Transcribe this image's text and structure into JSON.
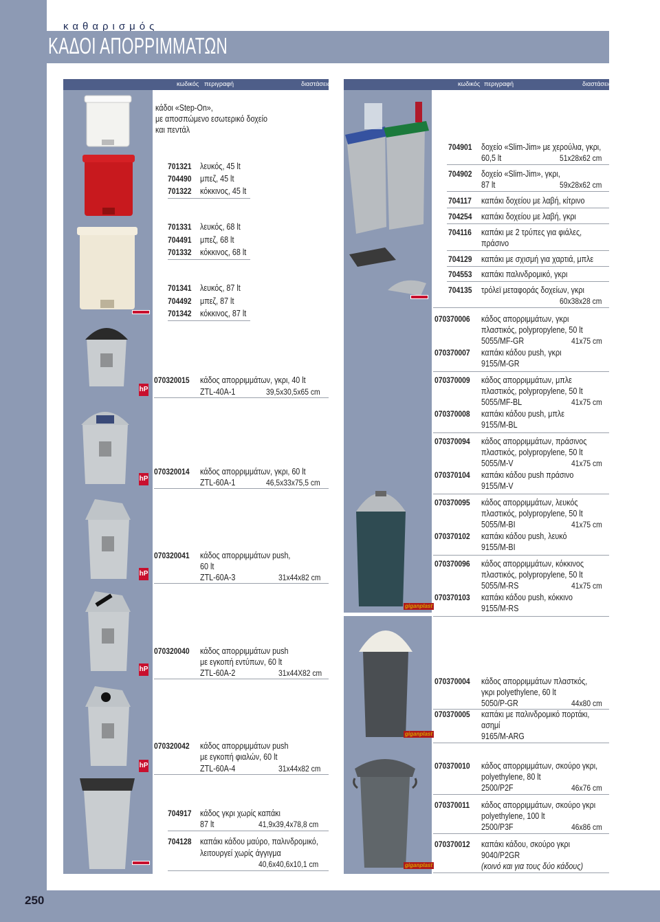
{
  "header": {
    "kicker": "καθαρισμός",
    "title": "ΚΑΔΟΙ ΑΠΟΡΡΙΜΜΑΤΩΝ",
    "page_number": "250"
  },
  "columns": {
    "code": "κωδικός",
    "desc": "περιγραφή",
    "dim": "διαστάσεις"
  },
  "left": {
    "stepon_title": [
      "κάδοι «Step-On»,",
      "με αποσπώμενο εσωτερικό δοχείο",
      "και πεντάλ"
    ],
    "stepon_groups": [
      [
        {
          "code": "701321",
          "desc": "λευκός, 45 lt"
        },
        {
          "code": "704490",
          "desc": "μπεζ, 45 lt"
        },
        {
          "code": "701322",
          "desc": "κόκκινος, 45 lt"
        }
      ],
      [
        {
          "code": "701331",
          "desc": "λευκός, 68 lt"
        },
        {
          "code": "704491",
          "desc": "μπεζ, 68 lt"
        },
        {
          "code": "701332",
          "desc": "κόκκινος, 68 lt"
        }
      ],
      [
        {
          "code": "701341",
          "desc": "λευκός, 87 lt"
        },
        {
          "code": "704492",
          "desc": "μπεζ, 87 lt"
        },
        {
          "code": "701342",
          "desc": "κόκκινος, 87 lt"
        }
      ]
    ],
    "items": [
      {
        "code": "070320015",
        "lines": [
          "κάδος απορριμμάτων, γκρι, 40 lt",
          "ZTL-40A-1"
        ],
        "dim": "39,5x30,5x65 cm"
      },
      {
        "code": "070320014",
        "lines": [
          "κάδος απορριμμάτων, γκρι, 60 lt",
          "ZTL-60A-1"
        ],
        "dim": "46,5x33x75,5 cm"
      },
      {
        "code": "070320041",
        "lines": [
          "κάδος απορριμμάτων push,",
          "60 lt",
          "ZTL-60A-3"
        ],
        "dim": "31x44x82 cm"
      },
      {
        "code": "070320040",
        "lines": [
          "κάδος απορριμμάτων push",
          "με εγκοπή εντύπων, 60 lt",
          "ZTL-60A-2"
        ],
        "dim": "31x44X82 cm"
      },
      {
        "code": "070320042",
        "lines": [
          "κάδος απορριμμάτων push",
          "με εγκοπή φιαλών, 60 lt",
          "ZTL-60A-4"
        ],
        "dim": "31x44x82 cm"
      },
      {
        "code": "704917",
        "lines": [
          "κάδος γκρι χωρίς καπάκι",
          "87 lt"
        ],
        "dim": "41,9x39,4x78,8 cm"
      },
      {
        "code": "704128",
        "lines": [
          "καπάκι κάδου μαύρο, παλινδρομικό,",
          "λειτουργεί χωρίς άγγιγμα"
        ],
        "dim": "40,6x40,6x10,1 cm"
      }
    ]
  },
  "right": {
    "slimjim": [
      {
        "code": "704901",
        "lines": [
          "δοχείο «Slim-Jim» με χερούλια, γκρι,",
          "60,5 lt"
        ],
        "dim": "51x28x62 cm"
      },
      {
        "code": "704902",
        "lines": [
          "δοχείο «Slim-Jim», γκρι,",
          "87 lt"
        ],
        "dim": "59x28x62 cm"
      },
      {
        "code": "704117",
        "lines": [
          "καπάκι δοχείου με λαβή, κίτρινο"
        ],
        "dim": ""
      },
      {
        "code": "704254",
        "lines": [
          "καπάκι δοχείου με λαβή, γκρι"
        ],
        "dim": ""
      },
      {
        "code": "704116",
        "lines": [
          "καπάκι με 2 τρύπες για φιάλες,",
          "πράσινο"
        ],
        "dim": ""
      },
      {
        "code": "704129",
        "lines": [
          "καπάκι με σχισμή για χαρτιά, μπλε"
        ],
        "dim": ""
      },
      {
        "code": "704553",
        "lines": [
          "καπάκι παλινδρομικό, γκρι"
        ],
        "dim": ""
      },
      {
        "code": "704135",
        "lines": [
          "τρόλεϊ μεταφοράς δοχείων, γκρι"
        ],
        "dim": "60x38x28 cm"
      }
    ],
    "push_groups": [
      [
        {
          "code": "070370006",
          "lines": [
            "κάδος απορριμμάτων, γκρι",
            "πλαστικός, polypropylene, 50 lt",
            "5055/MF-GR"
          ],
          "dim": "41x75 cm"
        },
        {
          "code": "070370007",
          "lines": [
            "καπάκι κάδου push, γκρι",
            "9155/M-GR"
          ],
          "dim": ""
        }
      ],
      [
        {
          "code": "070370009",
          "lines": [
            "κάδος απορριμμάτων, μπλε",
            "πλαστικός, polypropylene, 50 lt",
            "5055/MF-BL"
          ],
          "dim": "41x75 cm"
        },
        {
          "code": "070370008",
          "lines": [
            "καπάκι κάδου push, μπλε",
            "9155/M-BL"
          ],
          "dim": ""
        }
      ],
      [
        {
          "code": "070370094",
          "lines": [
            "κάδος απορριμμάτων, πράσινος",
            "πλαστικός, polypropylene, 50 lt",
            "5055/M-V"
          ],
          "dim": "41x75 cm"
        },
        {
          "code": "070370104",
          "lines": [
            "καπάκι κάδου push πράσινο",
            "9155/M-V"
          ],
          "dim": ""
        }
      ],
      [
        {
          "code": "070370095",
          "lines": [
            "κάδος απορριμμάτων, λευκός",
            "πλαστικός, polypropylene, 50 lt",
            "5055/M-BI"
          ],
          "dim": "41x75 cm"
        },
        {
          "code": "070370102",
          "lines": [
            "καπάκι κάδου push, λευκό",
            "9155/M-BI"
          ],
          "dim": ""
        }
      ],
      [
        {
          "code": "070370096",
          "lines": [
            "κάδος απορριμμάτων, κόκκινος",
            "πλαστικός, polypropylene, 50 lt",
            "5055/M-RS"
          ],
          "dim": "41x75 cm"
        },
        {
          "code": "070370103",
          "lines": [
            "καπάκι κάδου push, κόκκινο",
            "9155/M-RS"
          ],
          "dim": ""
        }
      ]
    ],
    "poly": [
      {
        "code": "070370004",
        "lines": [
          "κάδος απορριμμάτων πλαστκός,",
          "γκρι polyethylene, 60 lt",
          "5050/P-GR"
        ],
        "dim": "44x80 cm"
      },
      {
        "code": "070370005",
        "lines": [
          "καπάκι με παλινδρομικό πορτάκι,",
          "ασημί",
          "9165/M-ARG"
        ],
        "dim": ""
      }
    ],
    "dark": [
      {
        "code": "070370010",
        "lines": [
          "κάδος απορριμμάτων, σκούρο γκρι,",
          "polyethylene, 80 lt",
          "2500/P2F"
        ],
        "dim": "46x76 cm"
      },
      {
        "code": "070370011",
        "lines": [
          "κάδος απορριμμάτων, σκούρο γκρι",
          "polyethylene, 100 lt",
          "2500/P3F"
        ],
        "dim": "46x86 cm"
      },
      {
        "code": "070370012",
        "lines": [
          "καπάκι κάδου, σκούρο γκρι",
          "9040/P2GR"
        ],
        "dim": ""
      }
    ],
    "dark_note": "(κοινό και για τους δύο κάδους)"
  },
  "logos": {
    "hp": "hP",
    "gigaplast": "giganplast"
  },
  "colors": {
    "panel": "#8d9ab4",
    "header_bar": "#4e5e89",
    "logo_red": "#c8102e"
  }
}
